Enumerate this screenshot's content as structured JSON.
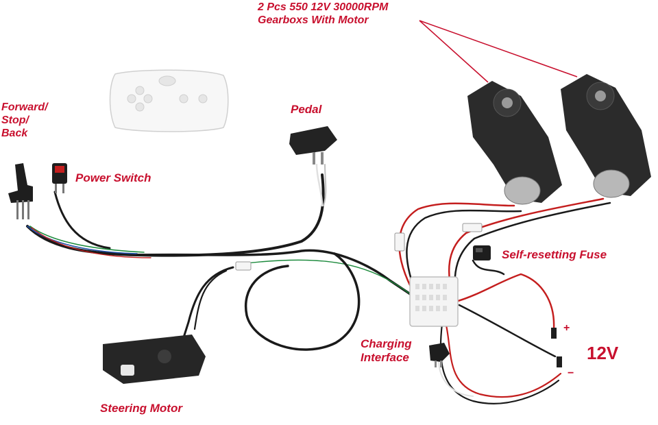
{
  "labels": {
    "gearbox": [
      "2 Pcs 550 12V 30000RPM",
      "Gearboxs With Motor"
    ],
    "shifter": [
      "Forward/",
      "Stop/",
      "Back"
    ],
    "power_switch": "Power Switch",
    "pedal": "Pedal",
    "fuse": "Self-resetting Fuse",
    "charging": [
      "Charging",
      "Interface"
    ],
    "steering": "Steering Motor",
    "voltage": "12V",
    "plus": "+",
    "minus": "−"
  },
  "colors": {
    "label": "#c8102e",
    "wire_black": "#1a1a1a",
    "wire_red": "#c41e1e",
    "wire_white": "#e8e8e8",
    "wire_blue": "#1f4fa8",
    "wire_green": "#1c8a3c",
    "controller": "#f4f4f4",
    "motor_body": "#2b2b2b"
  },
  "icons": [
    "remote-control-icon",
    "gear-shifter-icon",
    "power-switch-icon",
    "pedal-icon",
    "gearbox-motor-icon",
    "control-box-icon",
    "fuse-icon",
    "charging-port-icon",
    "steering-motor-icon",
    "battery-lead-icon"
  ]
}
